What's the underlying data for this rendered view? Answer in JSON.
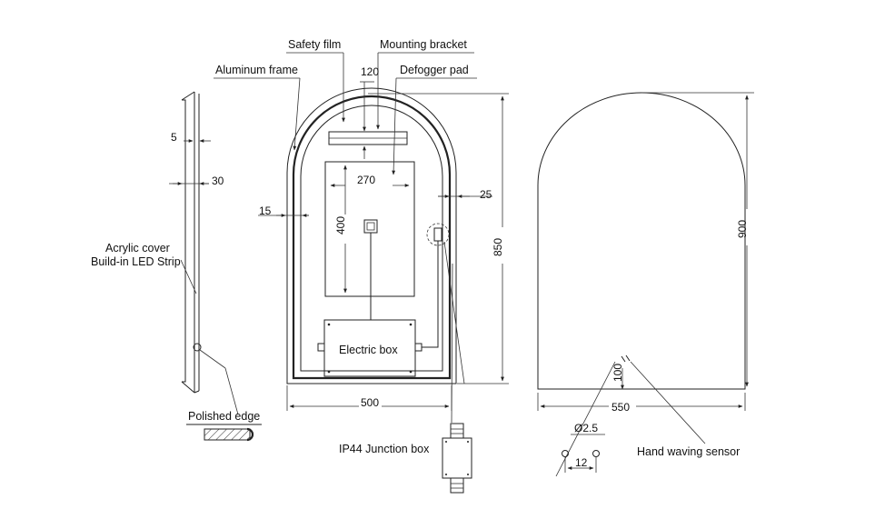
{
  "labels": {
    "safety_film": "Safety film",
    "mounting_bracket": "Mounting bracket",
    "aluminum_frame": "Aluminum frame",
    "defogger_pad": "Defogger pad",
    "acrylic_cover": "Acrylic cover",
    "led_strip": "Build-in LED Strip",
    "polished_edge": "Polished edge",
    "electric_box": "Electric box",
    "junction_box": "IP44 Junction box",
    "hand_sensor": "Hand  waving sensor"
  },
  "dimensions": {
    "side_5": "5",
    "side_30": "30",
    "frame_15": "15",
    "bracket_120": "120",
    "pad_270": "270",
    "pad_400": "400",
    "edge_25": "25",
    "height_850": "850",
    "width_500": "500",
    "height_900": "900",
    "width_550": "550",
    "sensor_100": "100",
    "sensor_diameter": "Ø2.5",
    "sensor_12": "12"
  }
}
